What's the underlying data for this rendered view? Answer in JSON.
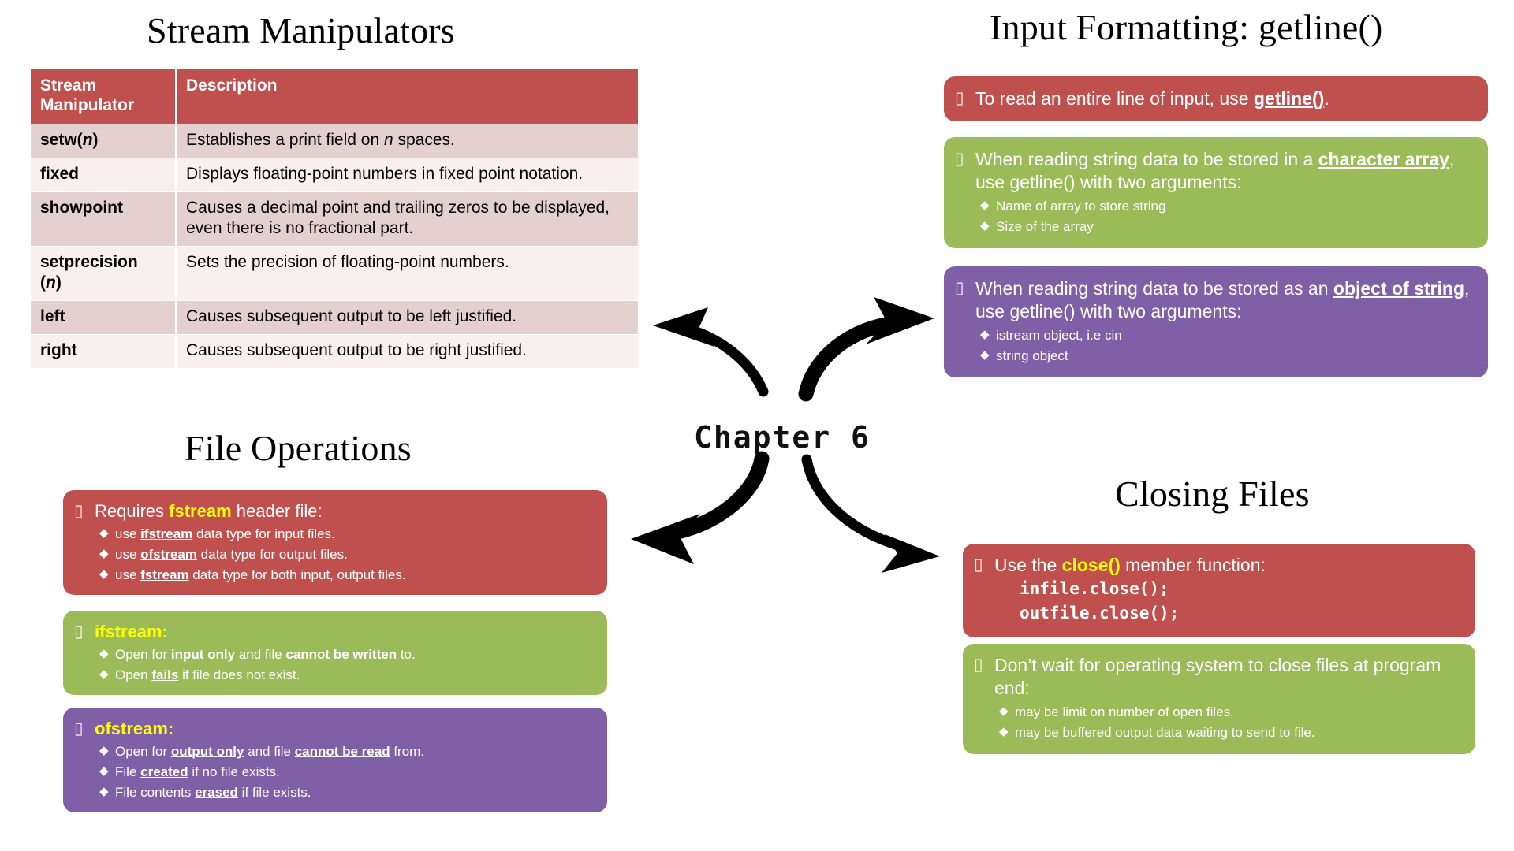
{
  "center": {
    "label": "Chapter 6"
  },
  "sections": {
    "stream_manipulators": {
      "title": "Stream Manipulators",
      "table": {
        "headers": [
          "Stream Manipulator",
          "Description"
        ],
        "rows": [
          {
            "manipulator": "setw(n)",
            "description": "Establishes a print field on n spaces."
          },
          {
            "manipulator": "fixed",
            "description": "Displays floating-point numbers in fixed point notation."
          },
          {
            "manipulator": "showpoint",
            "description": "Causes a decimal point and trailing zeros to be displayed, even there is no fractional part."
          },
          {
            "manipulator": "setprecision (n)",
            "description": "Sets the precision of floating-point numbers."
          },
          {
            "manipulator": "left",
            "description": "Causes subsequent output to be left justified."
          },
          {
            "manipulator": "right",
            "description": "Causes subsequent output to be right justified."
          }
        ]
      }
    },
    "input_formatting": {
      "title": "Input Formatting: getline()",
      "boxes": [
        {
          "color": "red",
          "text": "To read an entire line of input, use getline().",
          "sub_items": []
        },
        {
          "color": "green",
          "text": "When reading string data to be stored in a character array, use getline() with two arguments:",
          "sub_items": [
            "Name of array to store string",
            "Size of the array"
          ]
        },
        {
          "color": "purple",
          "text": "When reading string data to be stored as an object of string, use getline() with two arguments:",
          "sub_items": [
            "istream object, i.e cin",
            "string object"
          ]
        }
      ]
    },
    "file_operations": {
      "title": "File Operations",
      "boxes": [
        {
          "color": "red",
          "text": "Requires fstream header file:",
          "sub_items": [
            "use ifstream data type for input files.",
            "use ofstream data type for output files.",
            "use fstream data type for both input, output files."
          ]
        },
        {
          "color": "green",
          "text": "ifstream:",
          "sub_items": [
            "Open for input only and file cannot be written to.",
            "Open fails if file does not exist."
          ]
        },
        {
          "color": "purple",
          "text": "ofstream:",
          "sub_items": [
            "Open for output only and file cannot be read from.",
            "File created if no file exists.",
            "File contents erased if file exists."
          ]
        }
      ]
    },
    "closing_files": {
      "title": "Closing Files",
      "boxes": [
        {
          "color": "red",
          "text": "Use the close() member function:",
          "code_lines": [
            "infile.close();",
            "outfile.close();"
          ],
          "sub_items": []
        },
        {
          "color": "green",
          "text": "Don’t wait for operating system to close files at program end:",
          "sub_items": [
            "may be limit on number of open files.",
            "may be buffered output data waiting to send to file."
          ]
        }
      ]
    }
  },
  "icons": {
    "bullet_level1": "▯",
    "bullet_level2": "◆"
  },
  "colors": {
    "red": "#c0504d",
    "green": "#9bbb59",
    "purple": "#7f60a6",
    "highlight_yellow": "#ffff00",
    "table_header": "#c0504d",
    "table_row_odd": "#e4d0d0",
    "table_row_even": "#f8efef",
    "background": "#ffffff",
    "arrow": "#000000"
  }
}
